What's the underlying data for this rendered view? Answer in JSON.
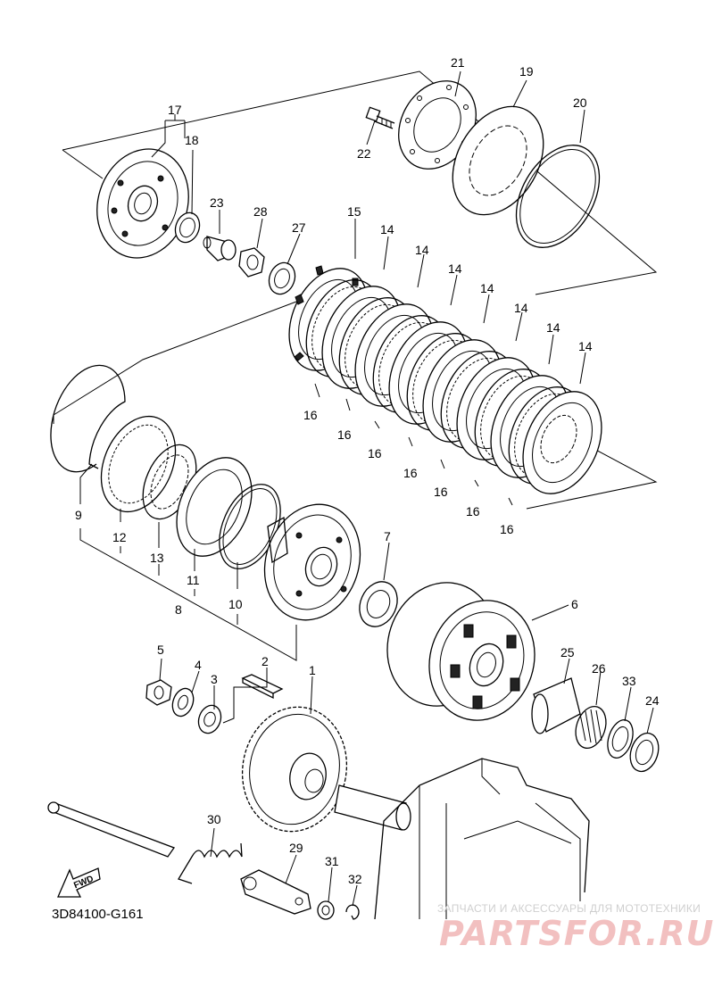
{
  "diagram": {
    "doc_code": "3D84100-G161",
    "watermark": {
      "subtitle": "ЗАПЧАСТИ И АКСЕССУАРЫ ДЛЯ МОТОТЕХНИКИ",
      "brand": "PARTSFOR.RU"
    },
    "fwd_label": "FWD",
    "callouts": [
      "1",
      "2",
      "3",
      "4",
      "5",
      "6",
      "7",
      "8",
      "9",
      "10",
      "11",
      "12",
      "13",
      "14",
      "15",
      "16",
      "17",
      "18",
      "19",
      "20",
      "21",
      "22",
      "23",
      "24",
      "25",
      "26",
      "27",
      "28",
      "29",
      "30",
      "31",
      "32",
      "33"
    ]
  }
}
